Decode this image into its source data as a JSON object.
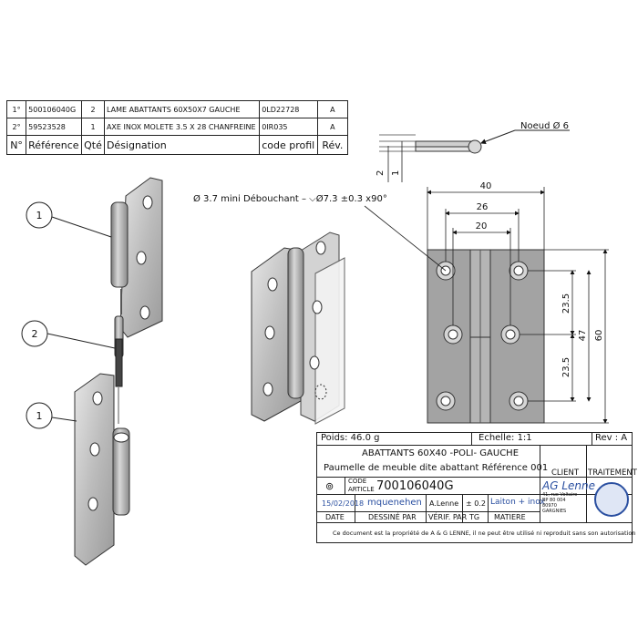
{
  "bom": {
    "rows": [
      {
        "num": "1°",
        "ref": "500106040G",
        "qty": "2",
        "designation": "LAME ABATTANTS 60X50X7 GAUCHE",
        "profile_code": "0LD22728",
        "rev": "A"
      },
      {
        "num": "2°",
        "ref": "59523528",
        "qty": "1",
        "designation": "AXE INOX MOLETE 3.5 X 28 CHANFREINE",
        "profile_code": "0IR035",
        "rev": "A"
      }
    ],
    "headers": {
      "num": "N°",
      "ref": "Référence",
      "qty": "Qté",
      "designation": "Désignation",
      "profile_code": "code profil",
      "rev": "Rév."
    }
  },
  "callouts": {
    "c1": "1",
    "c2": "2",
    "c3": "1"
  },
  "dims": {
    "noeud": "Noeud Ø 6",
    "d2": "2",
    "d1": "1",
    "hole_note": "Ø 3.7 mini Débouchant – ⌵Ø7.3 ±0.3 x90°",
    "w40": "40",
    "w26": "26",
    "w20": "20",
    "h235a": "23.5",
    "h235b": "23.5",
    "h47": "47",
    "h60": "60"
  },
  "title_block": {
    "poids": "Poids: 46.0 g",
    "echelle": "Echelle: 1:1",
    "rev": "Rev : A",
    "title1": "ABATTANTS 60X40 -POLI- GAUCHE",
    "title2": "Paumelle de meuble dite abattant Référence 001",
    "code_label": "CODE",
    "article_label": "ARTICLE",
    "article_code": "700106040G",
    "client_label": "CLIENT",
    "traitement_label": "TRAITEMENT",
    "date": "15/02/2018",
    "drawn_by": "mquenehen",
    "verified_by": "A.Lenne",
    "tolerance": "± 0.2",
    "material": "Laiton + inox",
    "h_date": "DATE",
    "h_drawn": "DESSINÉ PAR",
    "h_verif": "VÉRIF. PAR",
    "h_tg": "TG",
    "h_mat": "MATIERE",
    "company": "AG Lenne",
    "address": [
      "41, rue Voltaire",
      "BP 80 004",
      "80970",
      "GARGNIES"
    ],
    "footer": "Ce document est la propriété de A & G LENNE, il ne peut être utilisé ni reproduit sans son autorisation"
  }
}
